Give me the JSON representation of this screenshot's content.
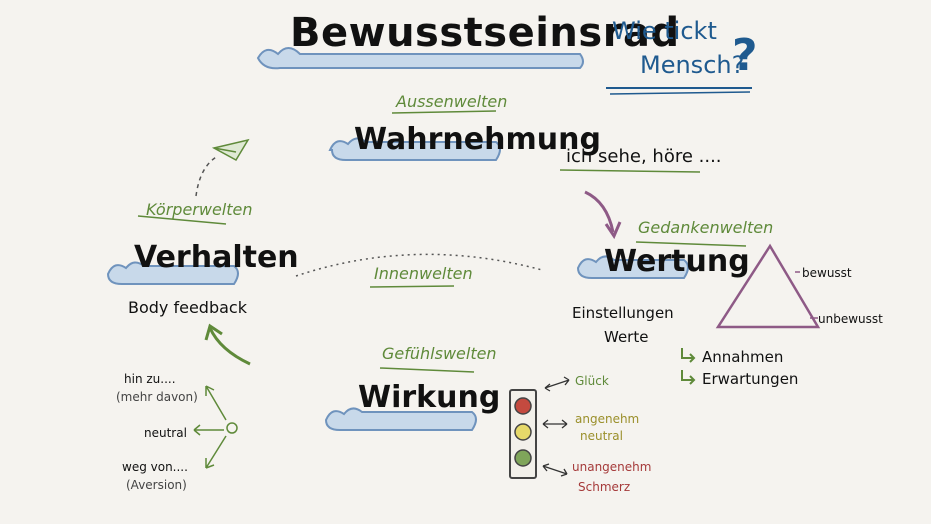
{
  "title": "Bewusstseinsrad",
  "question": {
    "line1": "Wie tickt",
    "line2": "Mensch?",
    "mark": "?"
  },
  "wahrnehmung": {
    "category": "Aussenwelten",
    "label": "Wahrnehmung",
    "note": "ich sehe, höre ...."
  },
  "wertung": {
    "category": "Gedankenwelten",
    "label": "Wertung",
    "line1": "Einstellungen",
    "line2": "Werte"
  },
  "triangle": {
    "top_label": "bewusst",
    "bottom_label": "unbewusst"
  },
  "arrows_list": [
    "Annahmen",
    "Erwartungen"
  ],
  "verhalten": {
    "category": "Körperwelten",
    "label": "Verhalten",
    "note": "Body feedback"
  },
  "innenwelten": "Innenwelten",
  "wirkung": {
    "category": "Gefühlswelten",
    "label": "Wirkung"
  },
  "directions": {
    "up_label": "hin zu....",
    "up_sub": "(mehr davon)",
    "mid_label": "neutral",
    "down_label": "weg von....",
    "down_sub": "(Aversion)"
  },
  "traffic": {
    "top": "Glück",
    "mid1": "angenehm",
    "mid2": "neutral",
    "bot1": "unangenehm",
    "bot2": "Schmerz"
  },
  "colors": {
    "accent_blue": "#1f5a8f",
    "green": "#5f8a3a",
    "purple": "#8e5a86",
    "cloud": "#b9cde3",
    "olive": "#9a8f2a",
    "red": "#a53a3a"
  }
}
